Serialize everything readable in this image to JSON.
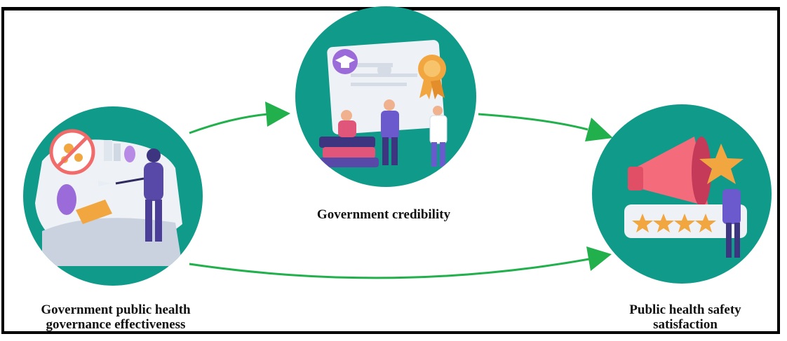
{
  "nodes": {
    "left": {
      "label_line1": "Government public health",
      "label_line2": "governance effectiveness"
    },
    "center": {
      "label": "Government credibility"
    },
    "right": {
      "label_line1": "Public health safety",
      "label_line2": "satisfaction"
    }
  },
  "edges": [
    {
      "from": "left",
      "to": "center"
    },
    {
      "from": "center",
      "to": "right"
    },
    {
      "from": "left",
      "to": "right"
    }
  ],
  "colors": {
    "circle": "#109a8a",
    "arrow": "#21b04b",
    "frame": "#000000"
  },
  "icons": {
    "left": "disinfection-worker-illustration",
    "center": "certificate-and-people-illustration",
    "right": "megaphone-star-rating-illustration"
  }
}
